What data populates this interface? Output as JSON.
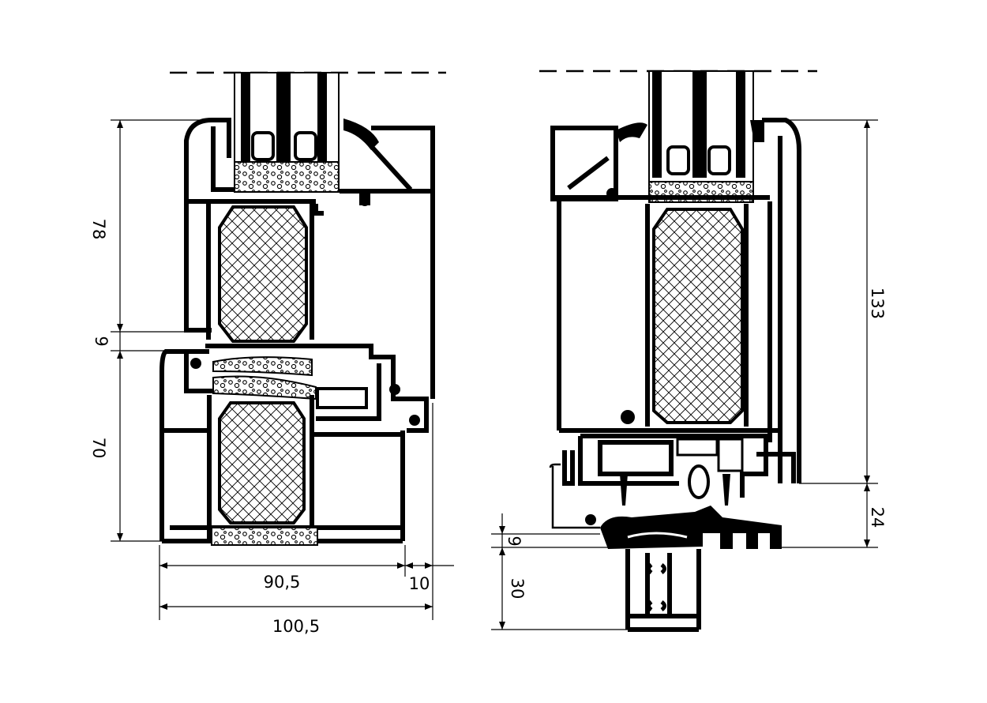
{
  "drawing": {
    "left_section": {
      "dimensions": {
        "sash_height": "78",
        "overlap": "9",
        "frame_height": "70",
        "inner_width": "90,5",
        "offset": "10",
        "total_width": "100,5"
      }
    },
    "right_section": {
      "dimensions": {
        "sash_height": "133",
        "sill_height": "24",
        "gap": "9",
        "base_height": "30"
      }
    }
  }
}
